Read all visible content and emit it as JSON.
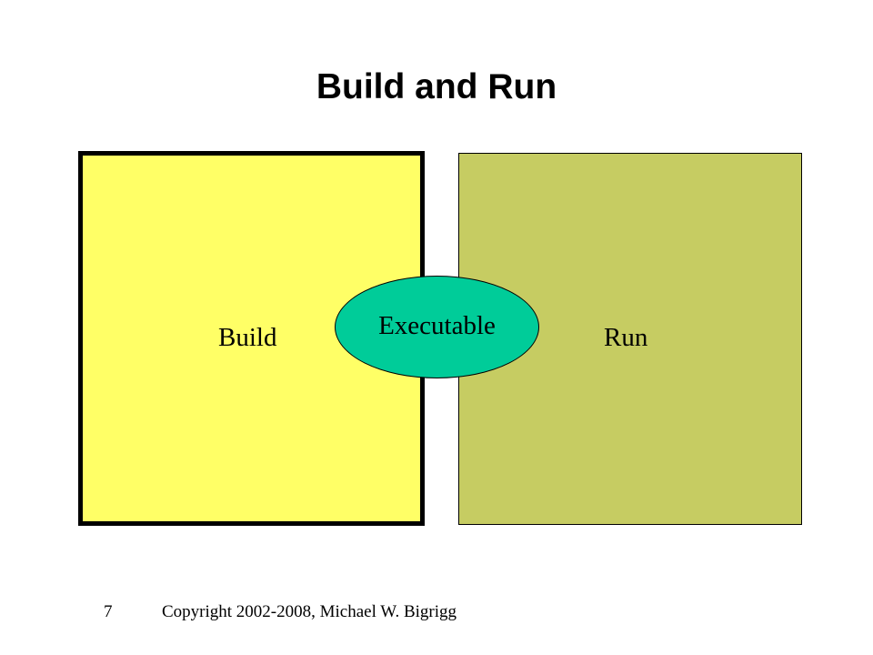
{
  "slide": {
    "title": "Build and Run",
    "build_label": "Build",
    "run_label": "Run",
    "executable_label": "Executable",
    "page_number": "7",
    "copyright": "Copyright 2002-2008, Michael W. Bigrigg"
  },
  "colors": {
    "build_fill": "#ffff66",
    "run_fill": "#c6cc62",
    "executable_fill": "#00cc99"
  }
}
